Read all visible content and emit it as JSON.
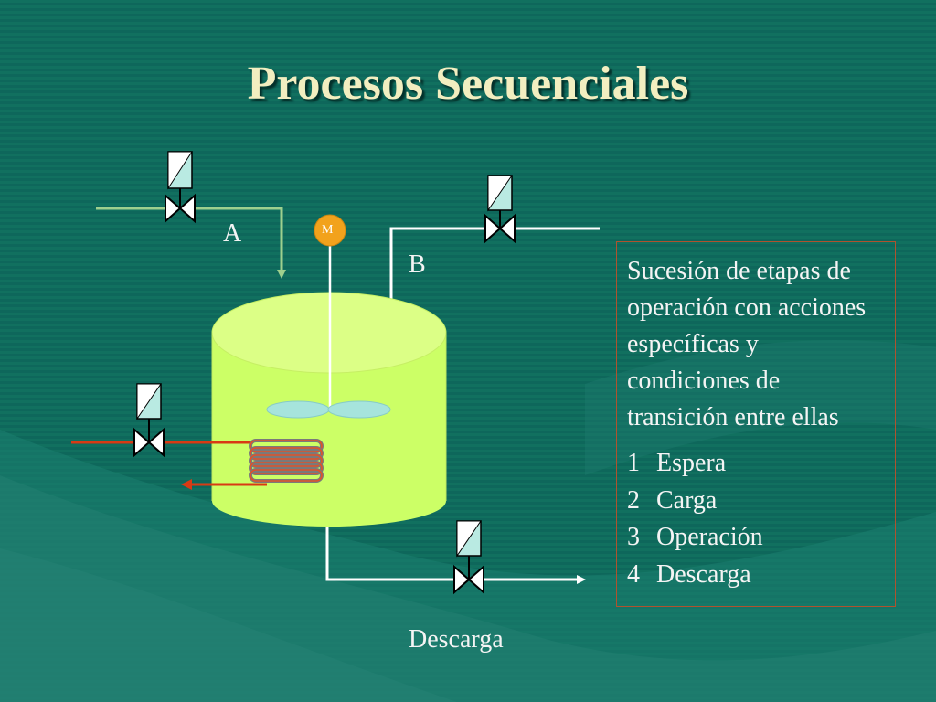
{
  "title": "Procesos Secuenciales",
  "diagram": {
    "stream_a_label": "A",
    "stream_b_label": "B",
    "motor_label": "M",
    "discharge_label": "Descarga"
  },
  "info": {
    "description": "Sucesión de etapas de operación con acciones específicas y condiciones de transición entre ellas",
    "steps": [
      {
        "number": "1",
        "label": "Espera"
      },
      {
        "number": "2",
        "label": "Carga"
      },
      {
        "number": "3",
        "label": "Operación"
      },
      {
        "number": "4",
        "label": "Descarga"
      }
    ]
  },
  "colors": {
    "background": "#0f6b60",
    "tank": "#ccff66",
    "line_a": "#9fd08e",
    "line_b": "#ffffff",
    "heating_line": "#d83a14",
    "motor": "#f2a21c",
    "valve_actuator": "#b9eae2",
    "title": "#f2eec0"
  }
}
